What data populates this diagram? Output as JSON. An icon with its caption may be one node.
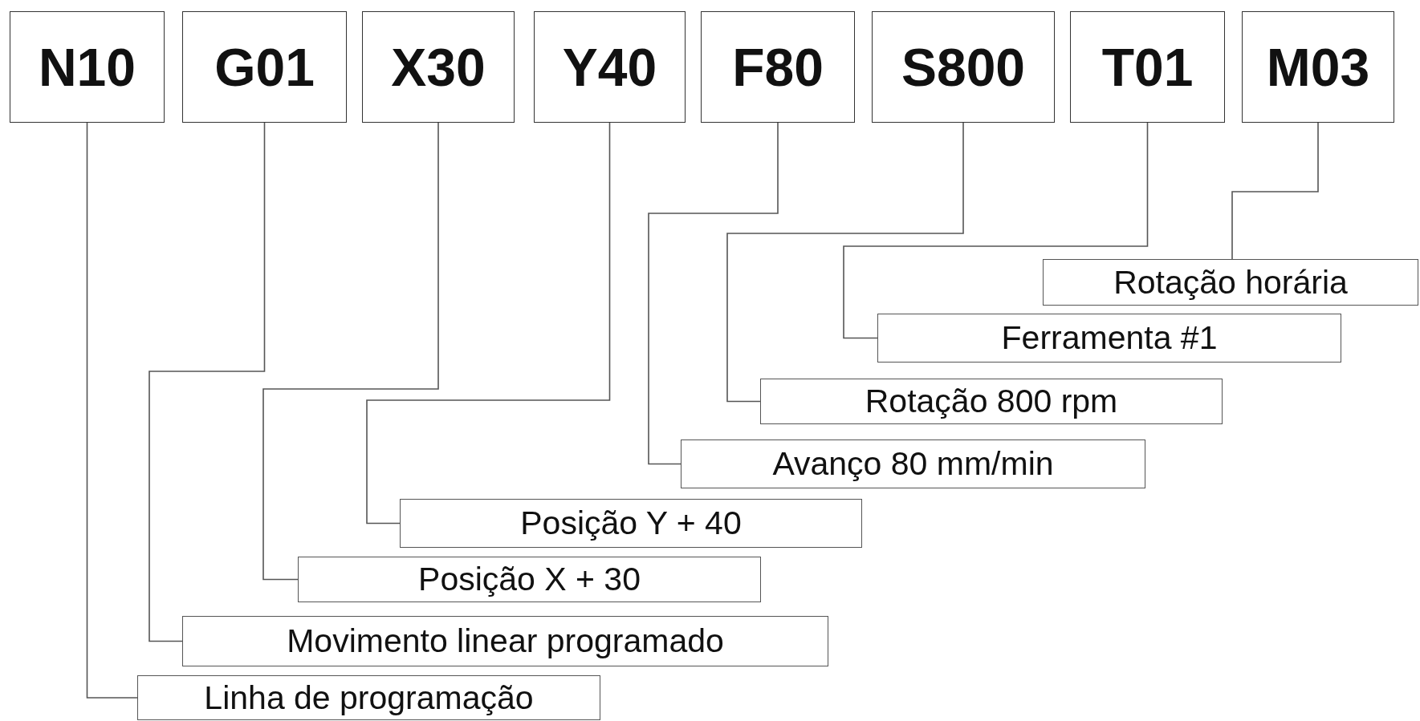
{
  "diagram": {
    "nodes": [
      {
        "text": [
          "N10"
        ]
      },
      {
        "text": [
          "G01"
        ]
      },
      {
        "text": [
          "X30"
        ]
      },
      {
        "text": [
          "Y40"
        ]
      },
      {
        "text": [
          "F80"
        ]
      },
      {
        "text": [
          "S800"
        ]
      },
      {
        "text": [
          "T01"
        ]
      },
      {
        "text": [
          "M03"
        ]
      },
      {
        "text": [
          "Rotação horária"
        ]
      },
      {
        "text": [
          "Ferramenta #1"
        ]
      },
      {
        "text": [
          "Rotação 800 rpm"
        ]
      },
      {
        "text": [
          "Avanço 80 mm/min"
        ]
      },
      {
        "text": [
          "Posição Y + 40"
        ]
      },
      {
        "text": [
          "Posição X + 30"
        ]
      },
      {
        "text": [
          "Movimento linear programado"
        ]
      },
      {
        "text": [
          "Linha de programação"
        ]
      }
    ],
    "edges": [
      {
        "from": 0,
        "to": 15,
        "arrow": "none"
      },
      {
        "from": 1,
        "to": 14,
        "arrow": "none"
      },
      {
        "from": 2,
        "to": 13,
        "arrow": "none"
      },
      {
        "from": 3,
        "to": 12,
        "arrow": "none"
      },
      {
        "from": 4,
        "to": 11,
        "arrow": "none"
      },
      {
        "from": 5,
        "to": 10,
        "arrow": "none"
      },
      {
        "from": 6,
        "to": 9,
        "arrow": "none"
      },
      {
        "from": 7,
        "to": 8,
        "arrow": "none"
      }
    ]
  }
}
